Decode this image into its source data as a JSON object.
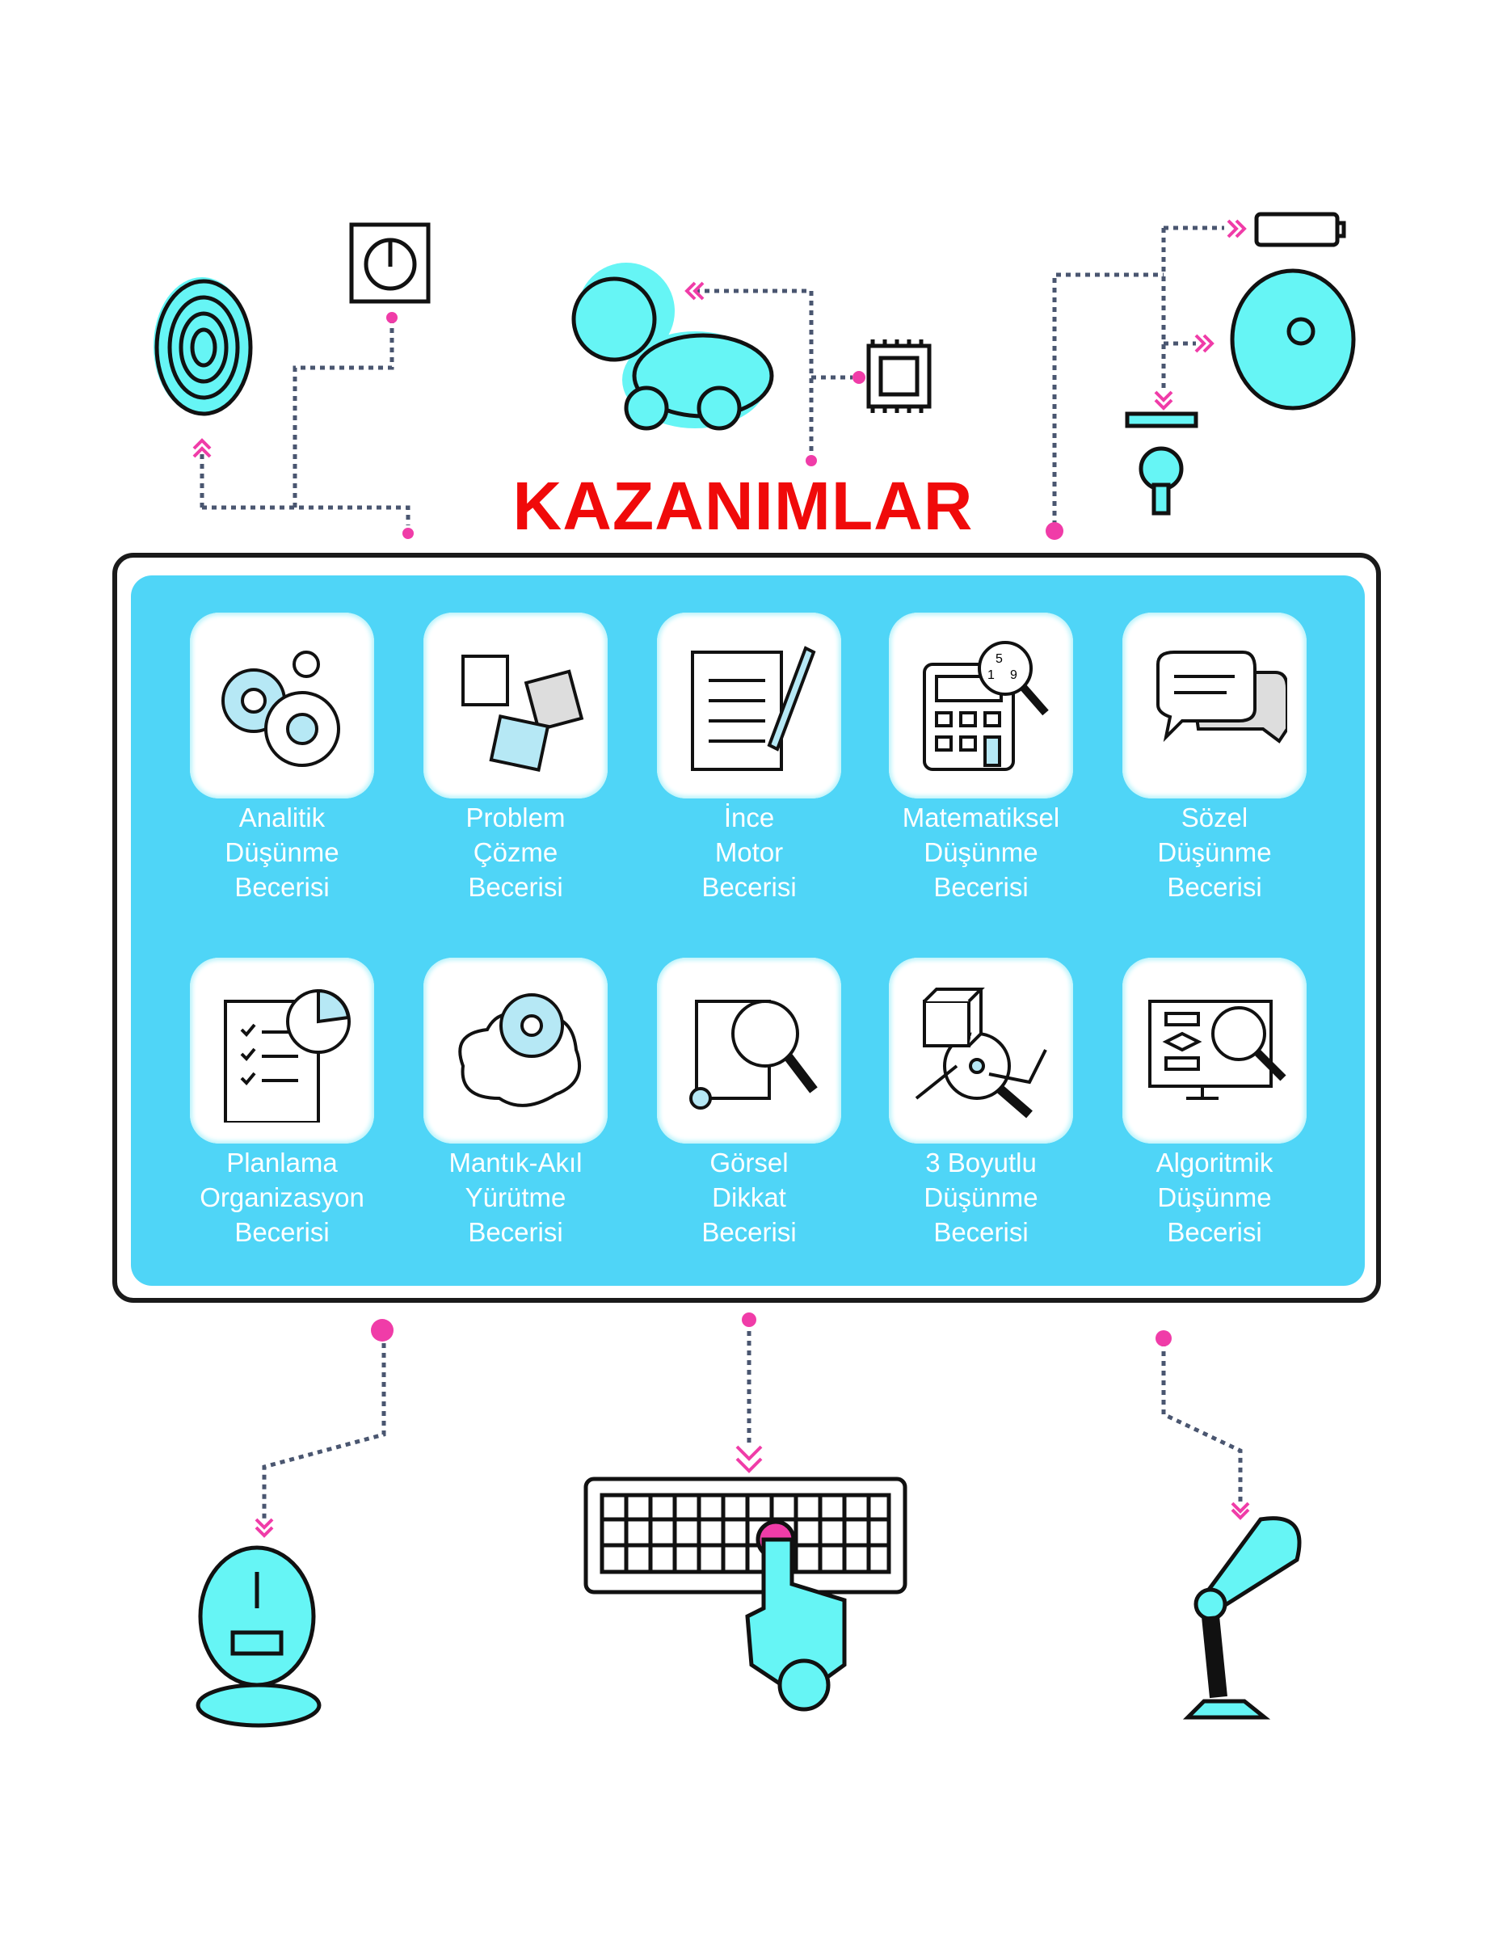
{
  "title": "KAZANIMLAR",
  "skills": [
    {
      "lines": [
        "Analitik",
        "Düşünme",
        "Becerisi"
      ],
      "icon": "gears-icon"
    },
    {
      "lines": [
        "Problem",
        "Çözme",
        "Becerisi"
      ],
      "icon": "puzzle-icon"
    },
    {
      "lines": [
        "İnce",
        "Motor",
        "Becerisi"
      ],
      "icon": "notepad-pen-icon"
    },
    {
      "lines": [
        "Matematiksel",
        "Düşünme",
        "Becerisi"
      ],
      "icon": "calculator-icon"
    },
    {
      "lines": [
        "Sözel",
        "Düşünme",
        "Becerisi"
      ],
      "icon": "speech-bubbles-icon"
    },
    {
      "lines": [
        "Planlama",
        "Organizasyon",
        "Becerisi"
      ],
      "icon": "clipboard-chart-icon"
    },
    {
      "lines": [
        "Mantık-Akıl",
        "Yürütme",
        "Becerisi"
      ],
      "icon": "brain-gear-icon"
    },
    {
      "lines": [
        "Görsel",
        "Dikkat",
        "Becerisi"
      ],
      "icon": "document-magnifier-icon"
    },
    {
      "lines": [
        "3 Boyutlu",
        "Düşünme",
        "Becerisi"
      ],
      "icon": "cube-magnifier-icon"
    },
    {
      "lines": [
        "Algoritmik",
        "Düşünme",
        "Becerisi"
      ],
      "icon": "flowchart-monitor-icon"
    }
  ],
  "calculator_digits": [
    "5",
    "1",
    "9"
  ],
  "colors": {
    "panel": "#4fd5f7",
    "accent": "#f03ca8",
    "title": "#f00a0a",
    "cyan": "#66f5f5",
    "dots": "#4a5670"
  }
}
